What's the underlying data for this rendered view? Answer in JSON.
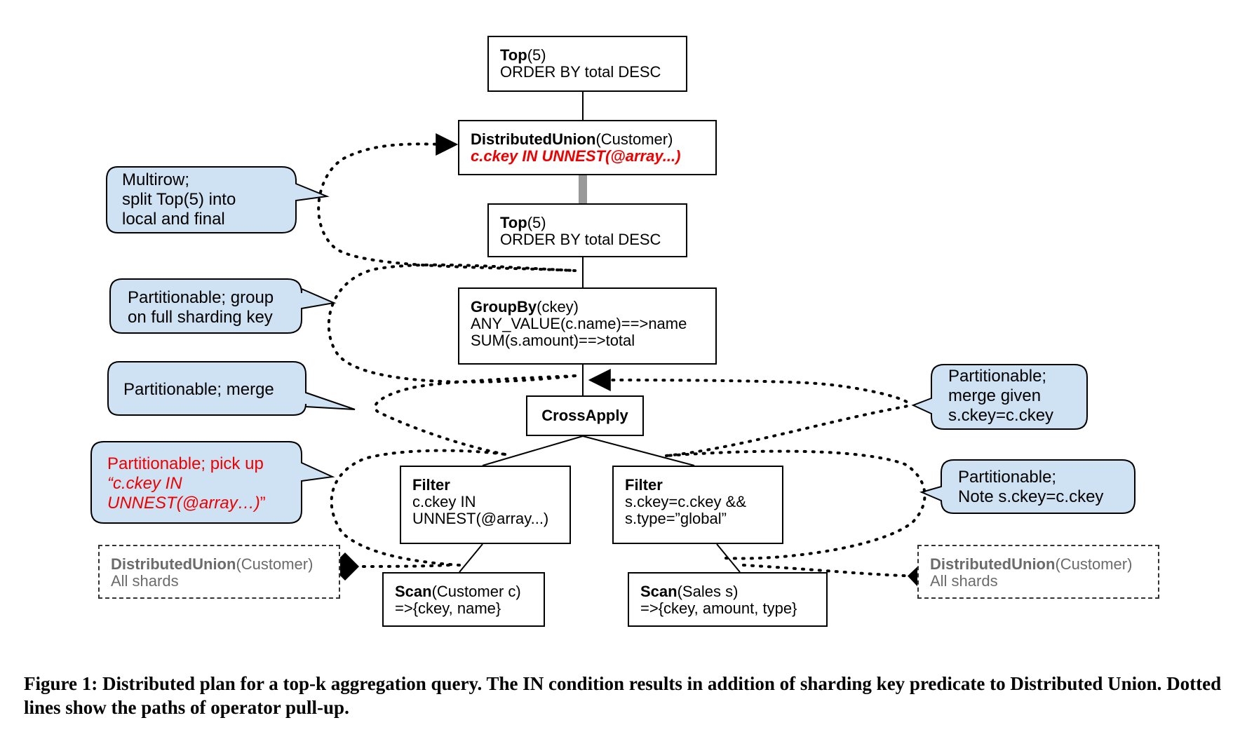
{
  "nodes": {
    "top_final": {
      "op": "Top",
      "arg": "(5)",
      "detail": "ORDER BY total DESC"
    },
    "dist_union": {
      "op": "DistributedUnion",
      "arg": "(Customer)",
      "predicate": "c.ckey IN UNNEST(@array...)"
    },
    "top_local": {
      "op": "Top",
      "arg": "(5)",
      "detail": "ORDER BY total DESC"
    },
    "groupby": {
      "op": "GroupBy",
      "arg": "(ckey)",
      "line2": "ANY_VALUE(c.name)==>name",
      "line3": "SUM(s.amount)==>total"
    },
    "crossapply": {
      "op": "CrossApply"
    },
    "filter_left": {
      "op": "Filter",
      "line2": "c.ckey IN",
      "line3": "UNNEST(@array...)"
    },
    "filter_right": {
      "op": "Filter",
      "line2": "s.ckey=c.ckey &&",
      "line3": "s.type=”global”"
    },
    "scan_left": {
      "op": "Scan",
      "arg": "(Customer c)",
      "detail": "=>{ckey, name}"
    },
    "scan_right": {
      "op": "Scan",
      "arg": "(Sales s)",
      "detail": "=>{ckey, amount, type}"
    },
    "du_left": {
      "op": "DistributedUnion",
      "arg": "(Customer)",
      "detail": "All shards"
    },
    "du_right": {
      "op": "DistributedUnion",
      "arg": "(Customer)",
      "detail": "All shards"
    }
  },
  "callouts": {
    "multirow": {
      "line1": "Multirow;",
      "line2": "split Top(5) into",
      "line3": "local and final"
    },
    "group_key": {
      "line1": "Partitionable; group",
      "line2": "on full sharding key"
    },
    "merge": {
      "line1": "Partitionable; merge"
    },
    "pickup": {
      "line1": "Partitionable; pick up",
      "line2": "“c.ckey IN",
      "line3": "UNNEST(@array…)",
      "line3_close": "”"
    },
    "merge_given": {
      "line1": "Partitionable;",
      "line2": "merge given",
      "line3": "s.ckey=c.ckey"
    },
    "note": {
      "line1": "Partitionable;",
      "line2": "Note s.ckey=c.ckey"
    }
  },
  "caption": "Figure 1: Distributed plan for a top-k aggregation query. The IN condition results in addition of sharding key predicate to Distributed Union. Dotted lines show the paths of operator pull-up.",
  "colors": {
    "callout_fill": "#cfe2f3",
    "highlight": "#ee0000",
    "thick_link": "#999999"
  }
}
